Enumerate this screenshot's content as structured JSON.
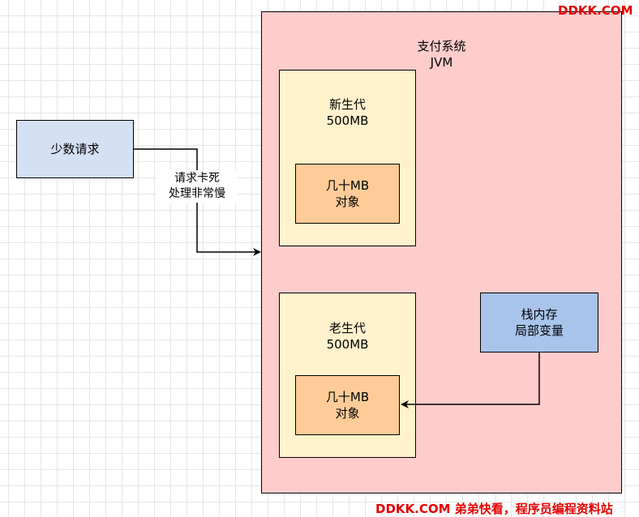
{
  "request_box": {
    "label": "少数请求",
    "fill": "#d4e0f3"
  },
  "edge_label": {
    "line1": "请求卡死",
    "line2": "处理非常慢"
  },
  "jvm": {
    "line1": "支付系统",
    "line2": "JVM",
    "fill": "#ffcccc"
  },
  "young_gen": {
    "line1": "新生代",
    "line2": "500MB",
    "fill": "#fff2cc",
    "object": {
      "line1": "几十MB",
      "line2": "对象",
      "fill": "#ffcc99"
    }
  },
  "old_gen": {
    "line1": "老生代",
    "line2": "500MB",
    "fill": "#fff2cc",
    "object": {
      "line1": "几十MB",
      "line2": "对象",
      "fill": "#ffcc99"
    }
  },
  "stack": {
    "line1": "栈内存",
    "line2": "局部变量",
    "fill": "#a9c4eb"
  },
  "watermark_top": "DDKK.COM",
  "watermark_bottom": "DDKK.COM 弟弟快看，程序员编程资料站"
}
